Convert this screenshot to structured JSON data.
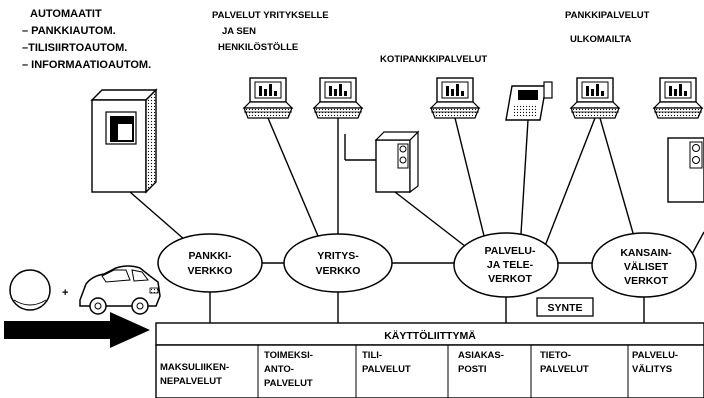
{
  "automats": {
    "title": "AUTOMAATIT",
    "items": [
      "– PANKKIAUTOM.",
      "–TILISIIRTOAUTOM.",
      "– INFORMAATIOAUTOM."
    ]
  },
  "top_labels": {
    "business_line1": "PALVELUT  YRITYKSELLE",
    "business_line2": "JA SEN",
    "business_line3": "HENKILÖSTÖLLE",
    "home_banking": "KOTIPANKKIPALVELUT",
    "banking_line1": "PANKKIPALVELUT",
    "banking_line2": "ULKOMAILTA"
  },
  "networks": [
    {
      "line1": "PANKKI-",
      "line2": "VERKKO",
      "line3": ""
    },
    {
      "line1": "YRITYS-",
      "line2": "VERKKO",
      "line3": ""
    },
    {
      "line1": "PALVELU-",
      "line2": "JA TELE-",
      "line3": "VERKOT"
    },
    {
      "line1": "KANSAIN-",
      "line2": "VÄLISET",
      "line3": "VERKOT"
    }
  ],
  "synte": "SYNTE",
  "interface": {
    "title": "KÄYTTÖLIITTYMÄ",
    "cells": [
      {
        "line1": "MAKSULIIKEN-",
        "line2": "NEPALVELUT",
        "line3": ""
      },
      {
        "line1": "TOIMEKSI-",
        "line2": "ANTO-",
        "line3": "PALVELUT"
      },
      {
        "line1": "TILI-",
        "line2": "PALVELUT",
        "line3": ""
      },
      {
        "line1": "ASIAKAS-",
        "line2": "POSTI",
        "line3": ""
      },
      {
        "line1": "TIETO-",
        "line2": "PALVELUT",
        "line3": ""
      },
      {
        "line1": "PALVELU-",
        "line2": "VÄLITYS",
        "line3": ""
      }
    ]
  },
  "plus_sign": "+"
}
